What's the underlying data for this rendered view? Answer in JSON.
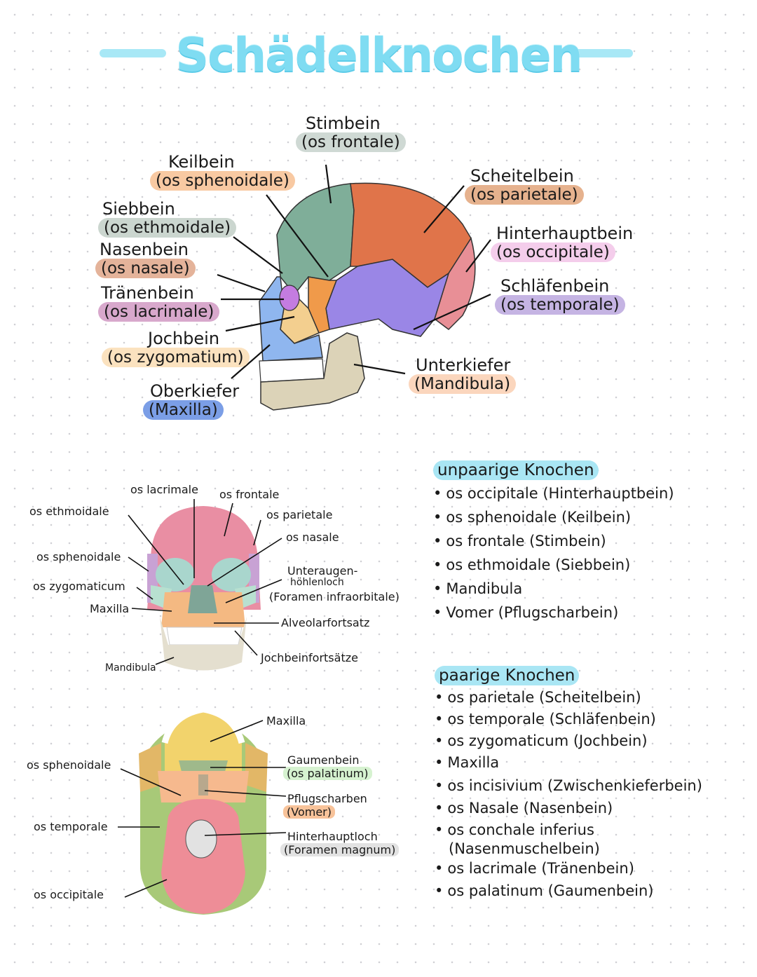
{
  "title": "Schädelknochen",
  "colors": {
    "title": "#7fdcf2",
    "frontale": "#7fae99",
    "parietale": "#e0744a",
    "occipitale": "#e88f96",
    "temporale": "#9a86e6",
    "sphenoidale": "#f09a4a",
    "zygomatium": "#f3cf8f",
    "maxilla": "#8fb6ef",
    "mandibula": "#dcd3b8",
    "lacrimale": "#c47ce0"
  },
  "lateral_view": {
    "labels": [
      {
        "id": "frontale",
        "name": "Stimbein",
        "latin": "(os frontale)",
        "highlight": "#cfd9d4"
      },
      {
        "id": "sphenoidale",
        "name": "Keilbein",
        "latin": "(os sphenoidale)",
        "highlight": "#f8c9a2"
      },
      {
        "id": "ethmoidale",
        "name": "Siebbein",
        "latin": "(os ethmoidale)",
        "highlight": "#cbd6cf"
      },
      {
        "id": "nasale",
        "name": "Nasenbein",
        "latin": "(os nasale)",
        "highlight": "#e4b39a"
      },
      {
        "id": "lacrimale",
        "name": "Tränenbein",
        "latin": "(os lacrimale)",
        "highlight": "#d8a8cc"
      },
      {
        "id": "zygomatium",
        "name": "Jochbein",
        "latin": "(os zygomatium)",
        "highlight": "#fbe2bf"
      },
      {
        "id": "maxilla",
        "name": "Oberkiefer",
        "latin": "(Maxilla)",
        "highlight": "#7b9ee6"
      },
      {
        "id": "parietale",
        "name": "Scheitelbein",
        "latin": "(os parietale)",
        "highlight": "#e6b28e"
      },
      {
        "id": "occipitale",
        "name": "Hinterhauptbein",
        "latin": "(os occipitale)",
        "highlight": "#f4cdeb"
      },
      {
        "id": "temporale",
        "name": "Schläfenbein",
        "latin": "(os temporale)",
        "highlight": "#c5b4e3"
      },
      {
        "id": "mandibula",
        "name": "Unterkiefer",
        "latin": "(Mandibula)",
        "highlight": "#fbd6bd"
      }
    ]
  },
  "frontal_view": {
    "labels": {
      "lacrimale": "os lacrimale",
      "frontale": "os frontale",
      "ethmoidale": "os ethmoidale",
      "parietale": "os parietale",
      "nasale": "os nasale",
      "sphenoidale": "os sphenoidale",
      "foramen_1": "Unteraugen-",
      "foramen_2": "höhlenloch",
      "foramen_3": "(Foramen infraorbitale)",
      "zygomaticum": "os zygomaticum",
      "maxilla": "Maxilla",
      "alveolar": "Alveolarfortsatz",
      "jochbeinfortsaetze": "Jochbeinfortsätze",
      "mandibula": "Mandibula"
    }
  },
  "inferior_view": {
    "labels": {
      "maxilla": "Maxilla",
      "sphenoidale": "os sphenoidale",
      "palatinum_name": "Gaumenbein",
      "palatinum_latin": "(os palatinum)",
      "vomer_name": "Pflugscharben",
      "vomer_latin": "(Vomer)",
      "temporale": "os temporale",
      "foramen_name": "Hinterhauptloch",
      "foramen_latin": "(Foramen magnum)",
      "occipitale": "os occipitale"
    },
    "highlights": {
      "palatinum": "#d6f2d0",
      "vomer": "#f8c39a",
      "foramen": "#e2e2e2"
    }
  },
  "unpaired": {
    "heading": "unpaarige Knochen",
    "items": [
      "os occipitale (Hinterhauptbein)",
      "os sphenoidale (Keilbein)",
      "os frontale (Stimbein)",
      "os ethmoidale (Siebbein)",
      "Mandibula",
      "Vomer (Pflugscharbein)"
    ]
  },
  "paired": {
    "heading": "paarige Knochen",
    "items": [
      "os parietale (Scheitelbein)",
      "os temporale (Schläfenbein)",
      "os zygomaticum (Jochbein)",
      "Maxilla",
      "os incisivium (Zwischenkieferbein)",
      "os Nasale (Nasenbein)",
      "os conchale inferius",
      "os lacrimale (Tränenbein)",
      "os palatinum (Gaumenbein)"
    ],
    "item_continuation": "(Nasenmuschelbein)"
  }
}
